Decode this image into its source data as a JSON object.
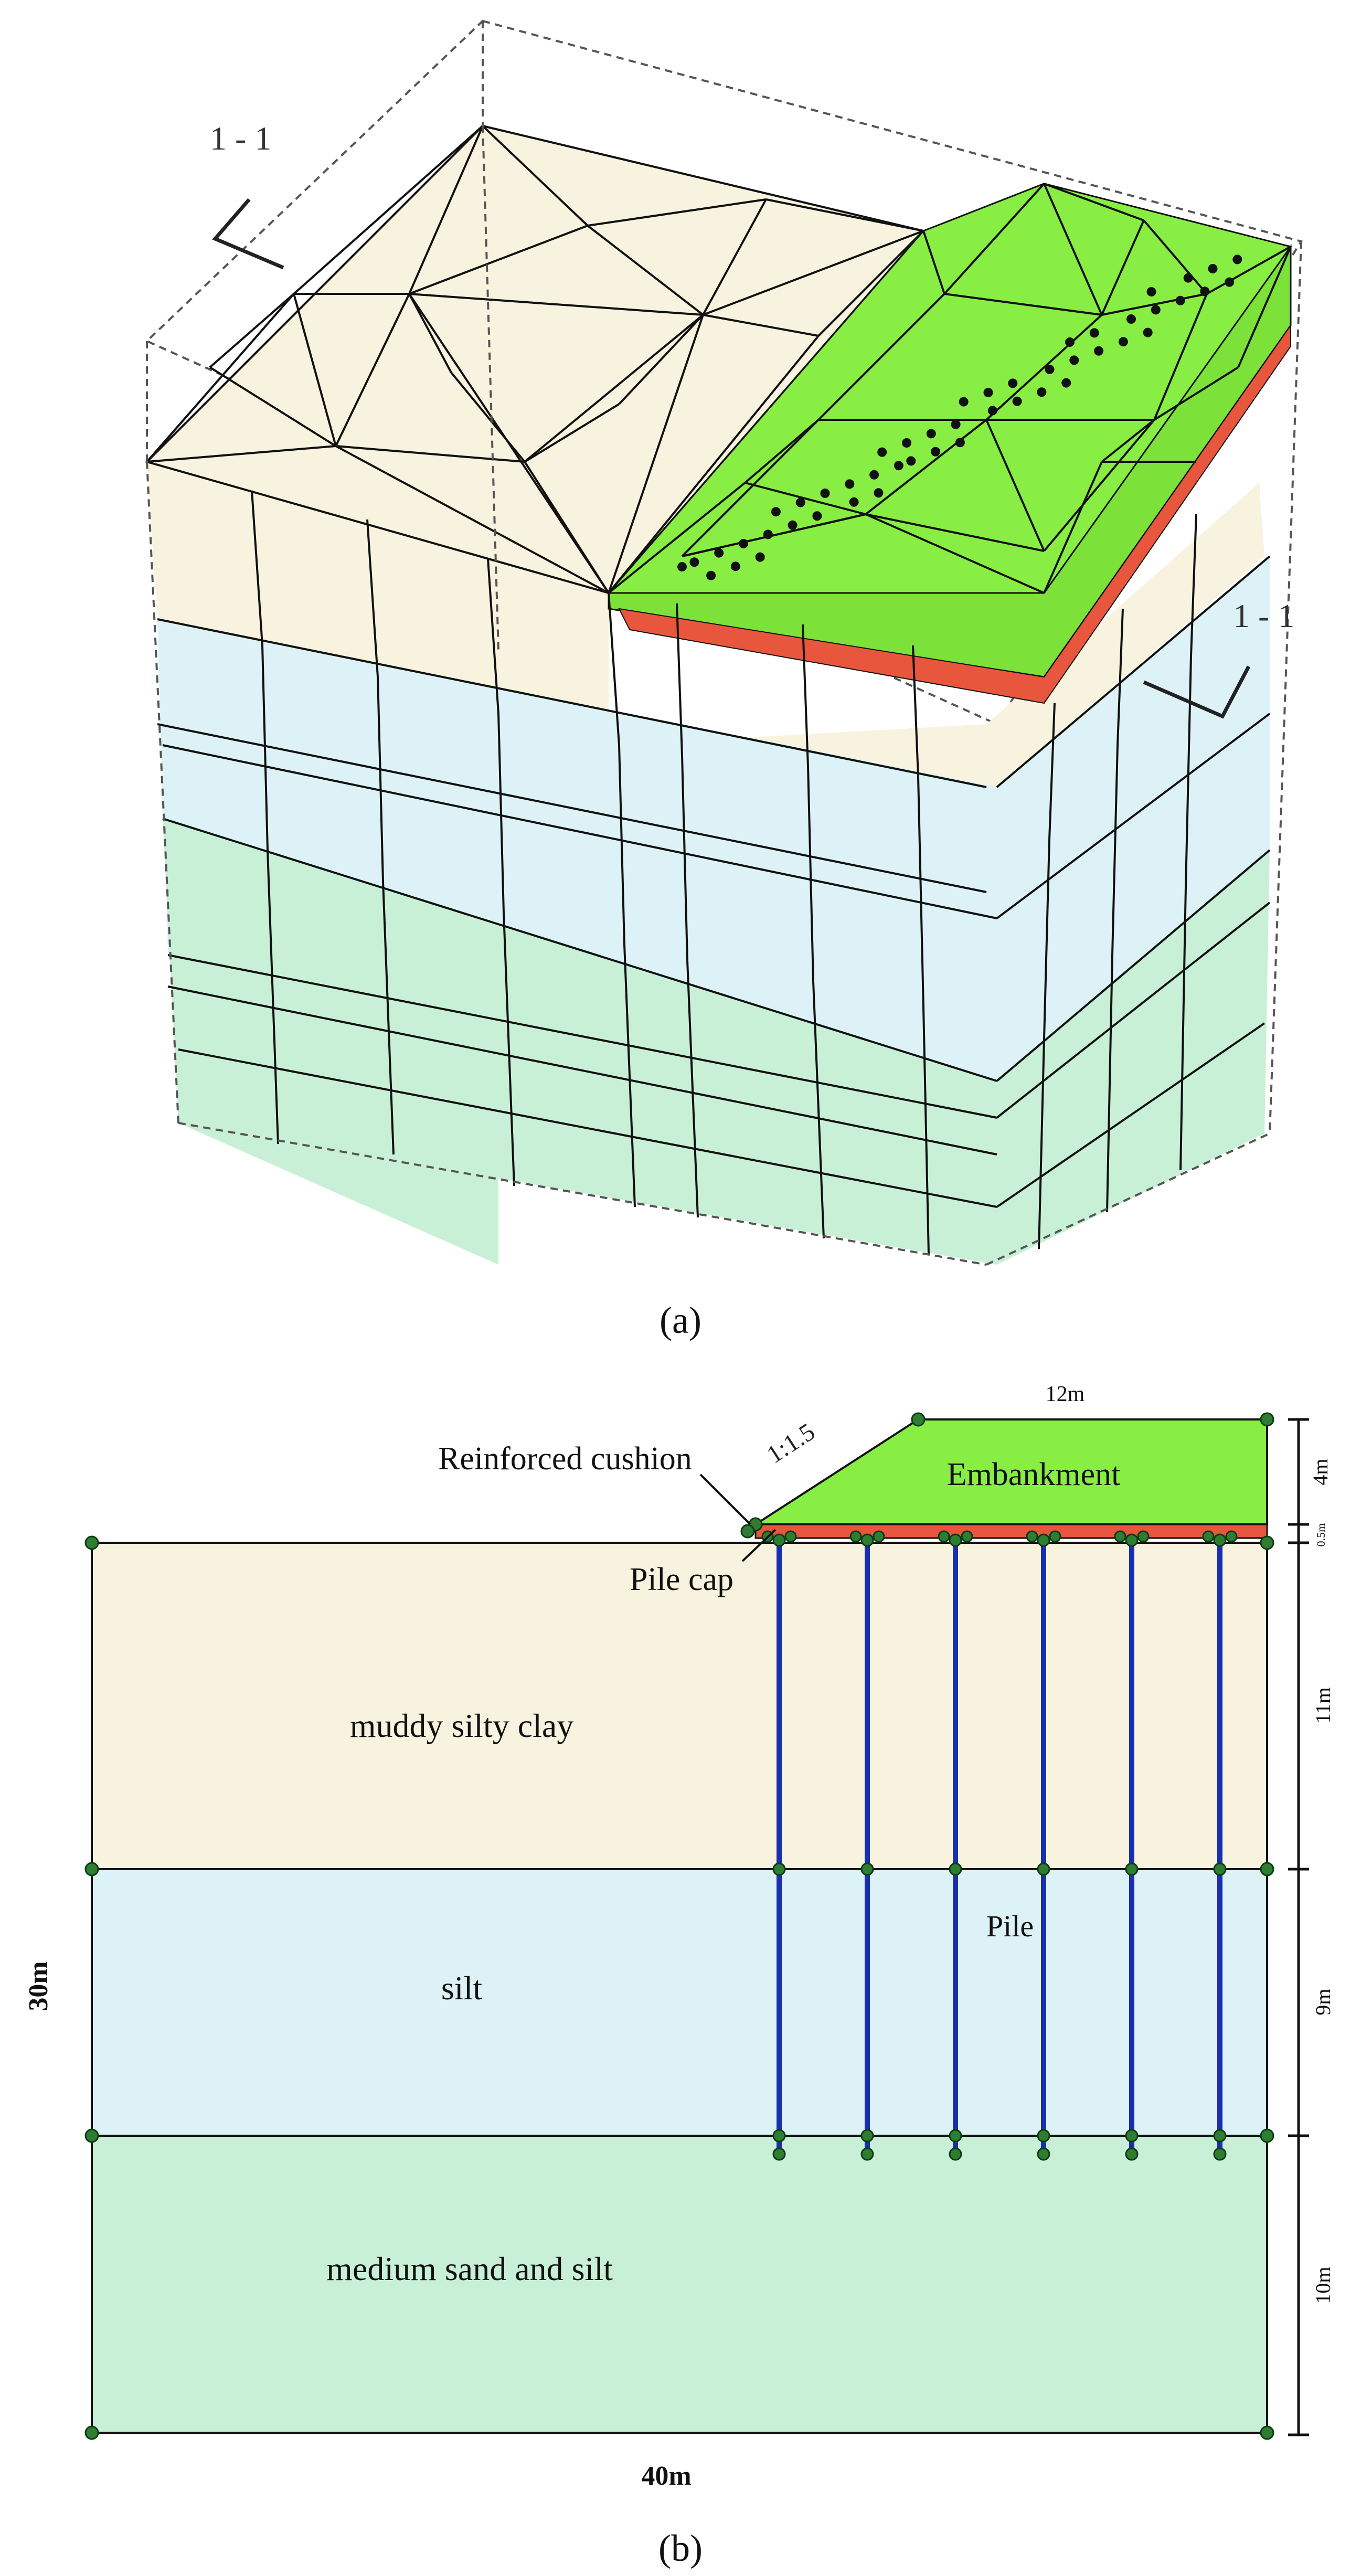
{
  "figure_a": {
    "caption": "(a)",
    "section_labels": [
      "1 - 1",
      "1 - 1"
    ]
  },
  "figure_b": {
    "caption": "(b)",
    "labels": {
      "embankment": "Embankment",
      "reinforced_cushion": "Reinforced cushion",
      "pile_cap": "Pile cap",
      "pile": "Pile",
      "slope": "1:1.5",
      "layer1": "muddy silty clay",
      "layer2": "silt",
      "layer3": "medium sand and silt"
    },
    "dimensions": {
      "total_depth": "30m",
      "total_width": "40m",
      "crest_width": "12m",
      "embankment_height": "4m",
      "cushion_thickness": "0.5m",
      "layer1_thickness": "11m",
      "layer2_thickness": "9m",
      "layer3_thickness": "10m"
    },
    "pile_count": 6
  },
  "colors": {
    "muddy_silty_clay": "#f8f3df",
    "silt": "#dcf2f6",
    "medium_sand": "#c8f0d6",
    "embankment": "#88ee44",
    "embankment_top": "#77dd33",
    "cushion": "#e8573d",
    "pile": "#1a2fb0",
    "node": "#2e7d32",
    "mesh": "#1a1a1a"
  }
}
